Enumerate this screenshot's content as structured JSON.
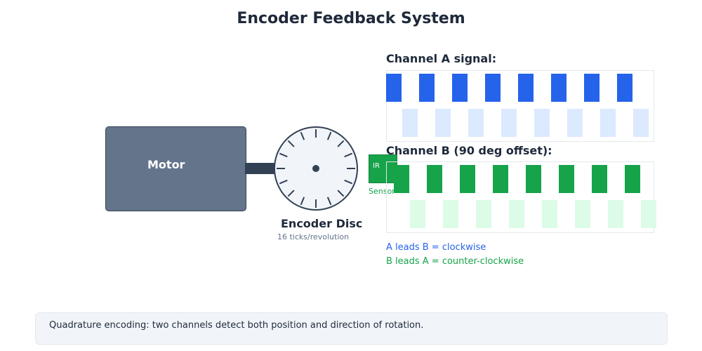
{
  "title": "Encoder Feedback System",
  "motor": {
    "label": "Motor"
  },
  "disc": {
    "label": "Encoder Disc",
    "subtitle": "16 ticks/revolution",
    "tick_count": 16
  },
  "sensor": {
    "ir_label": "IR",
    "label": "Sensor"
  },
  "channels": {
    "a": {
      "label": "Channel A signal:",
      "pulse_count": 8
    },
    "b": {
      "label": "Channel B (90 deg offset):",
      "pulse_count": 8
    }
  },
  "notes": {
    "a_leads": "A leads B = clockwise",
    "b_leads": "B leads A = counter-clockwise"
  },
  "footer": "Quadrature encoding: two channels detect both position and direction of rotation.",
  "colors": {
    "channel_a": "#2563eb",
    "channel_a_light": "#dbeafe",
    "channel_b": "#16a34a",
    "channel_b_light": "#dcfce7",
    "motor": "#64748b",
    "dark": "#334155"
  }
}
